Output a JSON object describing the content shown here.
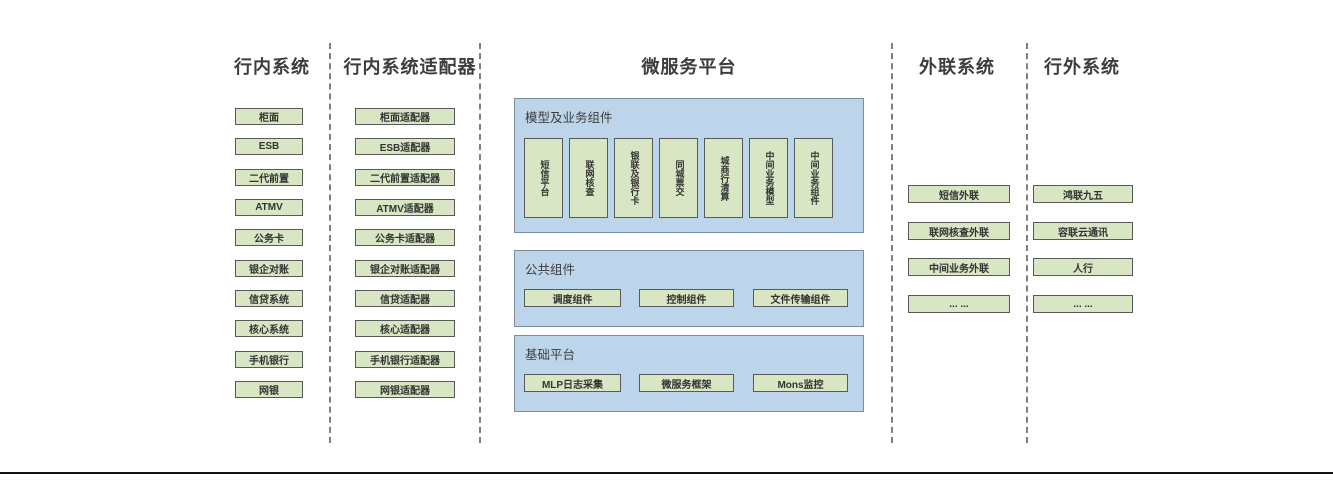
{
  "colors": {
    "green_fill": "#d9e6c3",
    "green_border": "#595959",
    "blue_fill": "#bdd5ea",
    "blue_border": "#7d8da0",
    "divider": "#7f7f7f",
    "title_text": "#3d3d3d",
    "box_text": "#333333",
    "rule": "#111111"
  },
  "columns": [
    {
      "title": "行内系统",
      "items": [
        "柜面",
        "ESB",
        "二代前置",
        "ATMV",
        "公务卡",
        "银企对账",
        "信贷系统",
        "核心系统",
        "手机银行",
        "网银"
      ]
    },
    {
      "title": "行内系统适配器",
      "items": [
        "柜面适配器",
        "ESB适配器",
        "二代前置适配器",
        "ATMV适配器",
        "公务卡适配器",
        "银企对账适配器",
        "信贷适配器",
        "核心适配器",
        "手机银行适配器",
        "网银适配器"
      ]
    },
    {
      "title": "微服务平台",
      "panels": [
        {
          "title": "模型及业务组件",
          "items": [
            "短信平台",
            "联网核查",
            "银联及银行卡",
            "同城票交",
            "城商行清算",
            "中间业务模型",
            "中间业务组件"
          ]
        },
        {
          "title": "公共组件",
          "items": [
            "调度组件",
            "控制组件",
            "文件传输组件"
          ]
        },
        {
          "title": "基础平台",
          "items": [
            "MLP日志采集",
            "微服务框架",
            "Mons监控"
          ]
        }
      ]
    },
    {
      "title": "外联系统",
      "items": [
        "短信外联",
        "联网核查外联",
        "中间业务外联",
        "... ..."
      ]
    },
    {
      "title": "行外系统",
      "items": [
        "鸿联九五",
        "容联云通讯",
        "人行",
        "... ..."
      ]
    }
  ]
}
